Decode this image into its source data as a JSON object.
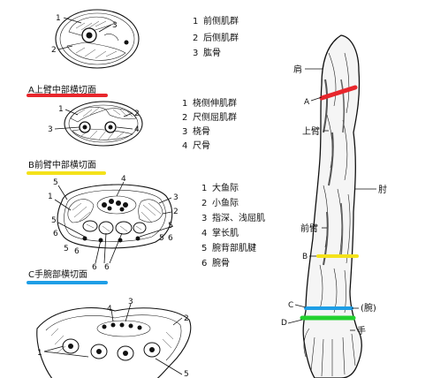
{
  "colors": {
    "red": "#e8262c",
    "yellow": "#f4e21a",
    "blue": "#1e9ee6",
    "green": "#22d12e",
    "ink": "#111111"
  },
  "sections": {
    "a": {
      "caption": "A上臂中部横切面",
      "legend": [
        {
          "num": "1",
          "text": "前侧肌群"
        },
        {
          "num": "2",
          "text": "后侧肌群"
        },
        {
          "num": "3",
          "text": "肱骨"
        }
      ],
      "callouts": [
        "1",
        "2",
        "3"
      ]
    },
    "b": {
      "caption": "B前臂中部横切面",
      "legend": [
        {
          "num": "1",
          "text": "桡侧伸肌群"
        },
        {
          "num": "2",
          "text": "尺侧屈肌群"
        },
        {
          "num": "3",
          "text": "桡骨"
        },
        {
          "num": "4",
          "text": "尺骨"
        }
      ],
      "callouts": [
        "1",
        "2",
        "3",
        "4"
      ]
    },
    "c": {
      "caption": "C手腕部横切面",
      "legend": [
        {
          "num": "1",
          "text": "大鱼际"
        },
        {
          "num": "2",
          "text": "小鱼际"
        },
        {
          "num": "3",
          "text": "指深、浅屈肌"
        },
        {
          "num": "4",
          "text": "掌长肌"
        },
        {
          "num": "5",
          "text": "腕背部肌腱"
        },
        {
          "num": "6",
          "text": "腕骨"
        }
      ],
      "callouts": [
        "5",
        "1",
        "3",
        "2",
        "4",
        "5",
        "5",
        "6",
        "5",
        "6",
        "5",
        "6",
        "6",
        "6"
      ]
    },
    "d": {
      "callouts": [
        "4",
        "3",
        "2",
        "1",
        "5"
      ]
    }
  },
  "arm": {
    "labels": {
      "shoulder": "肩",
      "upper_arm": "上臂",
      "elbow": "肘",
      "forearm": "前臂",
      "wrist": "(腕)",
      "hand": "手"
    },
    "letters": {
      "a": "A",
      "b": "B",
      "c": "C",
      "d": "D"
    }
  }
}
